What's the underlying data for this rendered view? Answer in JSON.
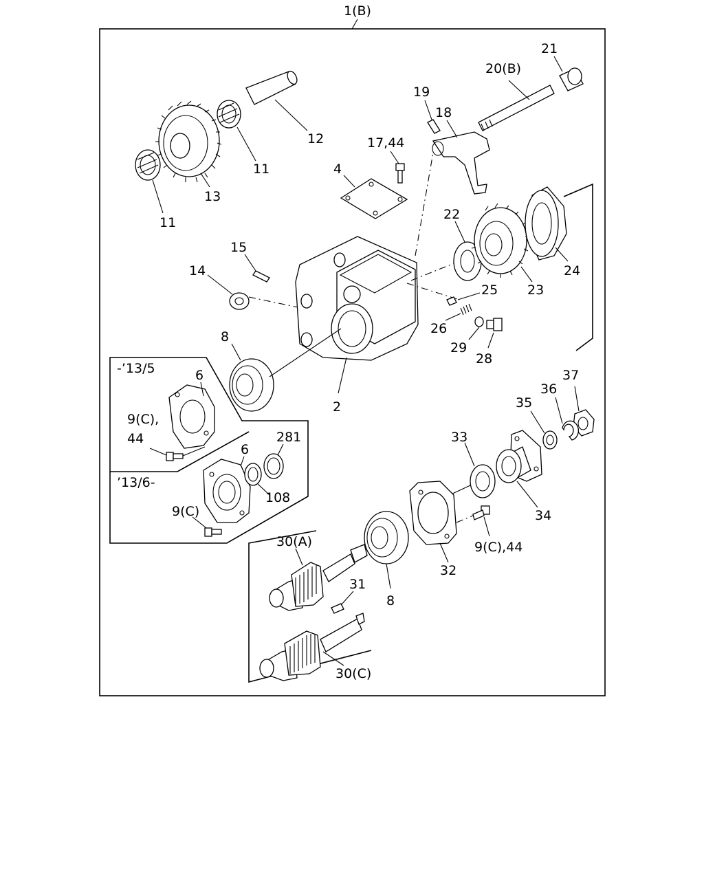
{
  "diagram": {
    "assembly_label": "1(B)",
    "variant_old": "-’13/5",
    "variant_new": "’13/6-",
    "labels": {
      "p2": "2",
      "p4": "4",
      "p6a": "6",
      "p6b": "6",
      "p8a": "8",
      "p8b": "8",
      "p9c_44_a": "9(C),",
      "p44_a": "44",
      "p9c_b": "9(C)",
      "p9c_44_c": "9(C),44",
      "p11a": "11",
      "p11b": "11",
      "p12": "12",
      "p13": "13",
      "p14": "14",
      "p15": "15",
      "p17_44": "17,44",
      "p18": "18",
      "p19": "19",
      "p20b": "20(B)",
      "p21": "21",
      "p22": "22",
      "p23": "23",
      "p24": "24",
      "p25": "25",
      "p26": "26",
      "p28": "28",
      "p29": "29",
      "p30a": "30(A)",
      "p30c": "30(C)",
      "p31": "31",
      "p32": "32",
      "p33": "33",
      "p34": "34",
      "p35": "35",
      "p36": "36",
      "p37": "37",
      "p108": "108",
      "p281": "281"
    }
  }
}
